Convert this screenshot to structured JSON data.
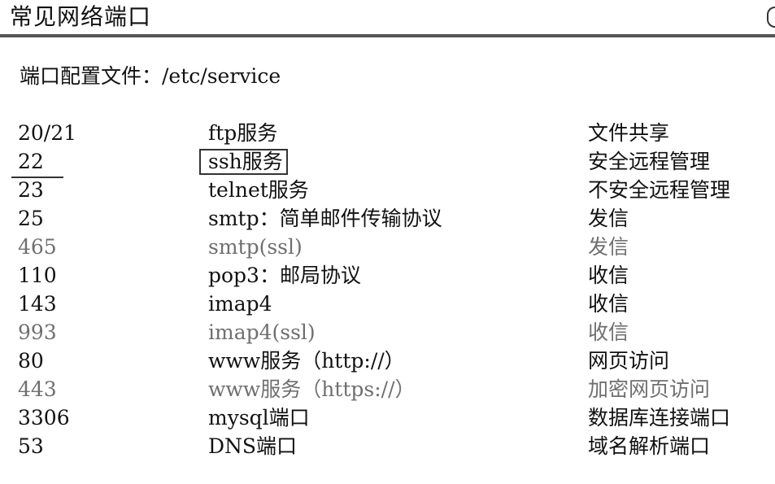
{
  "title": "常见网络端口",
  "config_line": "端口配置文件：/etc/service",
  "rows": [
    {
      "port": "20/21",
      "service": "ftp服务",
      "desc": "文件共享"
    },
    {
      "port": "22",
      "service": "ssh服务",
      "desc": "安全远程管理"
    },
    {
      "port": "23",
      "service": "telnet服务",
      "desc": "不安全远程管理"
    },
    {
      "port": "25",
      "service": "smtp：简单邮件传输协议",
      "desc": "发信"
    },
    {
      "port": "465",
      "service": "smtp(ssl)",
      "desc": "发信"
    },
    {
      "port": "110",
      "service": "pop3：邮局协议",
      "desc": "收信"
    },
    {
      "port": "143",
      "service": "imap4",
      "desc": "收信"
    },
    {
      "port": "993",
      "service": "imap4(ssl)",
      "desc": "收信"
    },
    {
      "port": "80",
      "service": "www服务（http://）",
      "desc": "网页访问"
    },
    {
      "port": "443",
      "service": "www服务（https://）",
      "desc": "加密网页访问"
    },
    {
      "port": "3306",
      "service": "mysql端口",
      "desc": "数据库连接端口"
    },
    {
      "port": "53",
      "service": "DNS端口",
      "desc": "域名解析端口"
    }
  ]
}
